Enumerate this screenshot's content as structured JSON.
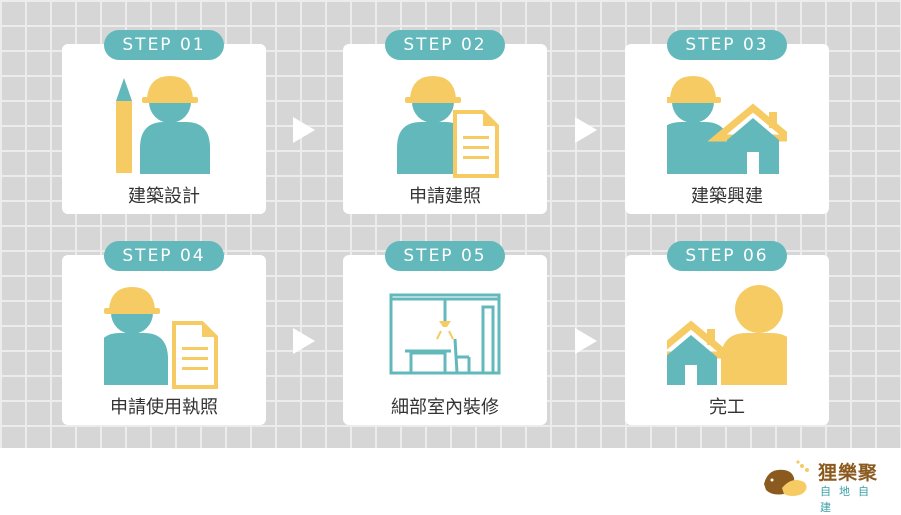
{
  "steps": [
    {
      "badge": "STEP 01",
      "label": "建築設計"
    },
    {
      "badge": "STEP 02",
      "label": "申請建照"
    },
    {
      "badge": "STEP 03",
      "label": "建築興建"
    },
    {
      "badge": "STEP 04",
      "label": "申請使用執照"
    },
    {
      "badge": "STEP 05",
      "label": "細部室內裝修"
    },
    {
      "badge": "STEP 06",
      "label": "完工"
    }
  ],
  "logo": {
    "title": "狸樂聚",
    "subtitle": "自地自建"
  },
  "colors": {
    "teal": "#63b8bb",
    "yellow": "#f6cb63",
    "brown": "#8b5a1e",
    "grid": "#d6d6d6"
  },
  "icons": [
    "worker-pencil-icon",
    "worker-document-icon",
    "worker-house-icon",
    "worker-document-icon",
    "interior-room-icon",
    "house-person-icon"
  ]
}
